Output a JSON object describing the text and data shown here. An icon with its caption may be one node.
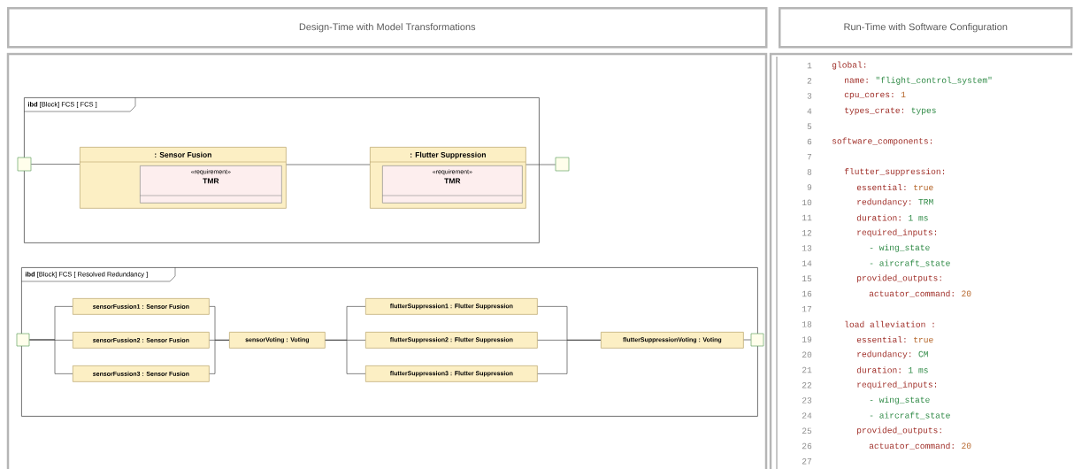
{
  "diagram": {
    "nodes": [
      {
        "text": [
          "Design-Time with Model Transformations"
        ]
      },
      {
        "text": [
          "Run-Time with Software Configuration"
        ]
      },
      {
        "text": [
          "**ibd** [Block] FCS [ FCS ]"
        ]
      },
      {
        "text": [
          ": Sensor Fusion"
        ],
        "in": 2
      },
      {
        "text": [
          "«requirement»",
          "TMR"
        ],
        "in": 3
      },
      {
        "text": [
          ": Flutter Suppression"
        ],
        "in": 2
      },
      {
        "text": [
          "«requirement»",
          "TMR"
        ],
        "in": 5
      },
      {
        "text": [],
        "shape": "box"
      },
      {
        "text": [],
        "shape": "box"
      },
      {
        "text": [
          "**ibd** [Block] FCS [ Resolved Redundancy ]"
        ]
      },
      {
        "text": [],
        "shape": "box"
      },
      {
        "text": [
          "sensorFussion1 : Sensor Fusion"
        ],
        "in": 9
      },
      {
        "text": [
          "sensorFussion2 : Sensor Fusion"
        ],
        "in": 9
      },
      {
        "text": [
          "sensorFussion3 : Sensor Fusion"
        ],
        "in": 9
      },
      {
        "text": [
          "sensorVoting : Voting"
        ],
        "in": 9
      },
      {
        "text": [
          "flutterSuppression1 : Flutter Suppression"
        ],
        "in": 9
      },
      {
        "text": [
          "flutterSuppression2 : Flutter Suppression"
        ],
        "in": 9
      },
      {
        "text": [
          "flutterSuppression3 : Flutter Suppression"
        ],
        "in": 9
      },
      {
        "text": [
          "flutterSuppressionVoting : Voting"
        ],
        "in": 9
      },
      {
        "text": [],
        "shape": "box"
      }
    ],
    "edges": [
      {
        "from": 7,
        "to": 3,
        "arrow": "none"
      },
      {
        "from": 3,
        "to": 5,
        "arrow": "none"
      },
      {
        "from": 5,
        "to": 8,
        "arrow": "none"
      },
      {
        "from": 10,
        "to": 11,
        "arrow": "none"
      },
      {
        "from": 10,
        "to": 12,
        "arrow": "none"
      },
      {
        "from": 10,
        "to": 13,
        "arrow": "none"
      },
      {
        "from": 11,
        "to": 14,
        "arrow": "none"
      },
      {
        "from": 12,
        "to": 14,
        "arrow": "none"
      },
      {
        "from": 13,
        "to": 14,
        "arrow": "none"
      },
      {
        "from": 14,
        "to": 15,
        "arrow": "none"
      },
      {
        "from": 14,
        "to": 16,
        "arrow": "none"
      },
      {
        "from": 14,
        "to": 17,
        "arrow": "none"
      },
      {
        "from": 15,
        "to": 18,
        "arrow": "none"
      },
      {
        "from": 16,
        "to": 18,
        "arrow": "none"
      },
      {
        "from": 17,
        "to": 18,
        "arrow": "none"
      },
      {
        "from": 18,
        "to": 19,
        "arrow": "none"
      }
    ],
    "labels": [
      "1",
      "global:",
      "2",
      "name:",
      "\"flight_control_system\"",
      "3",
      "cpu_cores:",
      "1",
      "4",
      "types_crate:",
      "types",
      "5",
      "6",
      "software_components:",
      "7",
      "8",
      "flutter_suppression:",
      "9",
      "essential:",
      "true",
      "10",
      "redundancy:",
      "TRM",
      "11",
      "duration:",
      "1 ms",
      "12",
      "required_inputs:",
      "13",
      "- wing_state",
      "14",
      "- aircraft_state",
      "15",
      "provided_outputs:",
      "16",
      "actuator_command:",
      "20",
      "17",
      "18",
      "load alleviation :",
      "19",
      "essential:",
      "true",
      "20",
      "redundancy:",
      "CM",
      "21",
      "duration:",
      "1 ms",
      "22",
      "required_inputs:",
      "23",
      "- wing_state",
      "24",
      "- aircraft_state",
      "25",
      "provided_outputs:",
      "26",
      "actuator_command:",
      "20",
      "27"
    ]
  }
}
